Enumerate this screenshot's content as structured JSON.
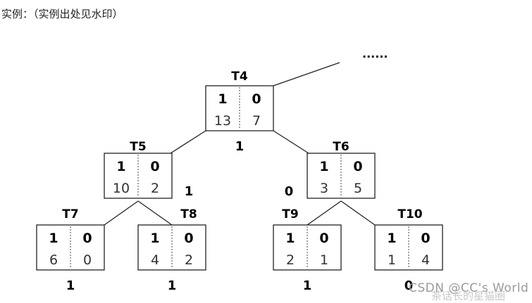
{
  "caption": "实例：（实例出处见水印）",
  "more": "......",
  "watermark": "CSDN @CC's World",
  "watermark_alt": "茶话长的星猫圈",
  "nodes": [
    {
      "id": "T4",
      "label": "T4",
      "bits": [
        "1",
        "0"
      ],
      "counts": [
        "13",
        "7"
      ]
    },
    {
      "id": "T5",
      "label": "T5",
      "bits": [
        "1",
        "0"
      ],
      "counts": [
        "10",
        "2"
      ]
    },
    {
      "id": "T6",
      "label": "T6",
      "bits": [
        "1",
        "0"
      ],
      "counts": [
        "3",
        "5"
      ]
    },
    {
      "id": "T7",
      "label": "T7",
      "bits": [
        "1",
        "0"
      ],
      "counts": [
        "6",
        "0"
      ]
    },
    {
      "id": "T8",
      "label": "T8",
      "bits": [
        "1",
        "0"
      ],
      "counts": [
        "4",
        "2"
      ]
    },
    {
      "id": "T9",
      "label": "T9",
      "bits": [
        "1",
        "0"
      ],
      "counts": [
        "2",
        "1"
      ]
    },
    {
      "id": "T10",
      "label": "T10",
      "bits": [
        "1",
        "0"
      ],
      "counts": [
        "1",
        "4"
      ]
    }
  ],
  "edge_labels": [
    {
      "id": "under-T4",
      "text": "1"
    },
    {
      "id": "right-T5",
      "text": "1"
    },
    {
      "id": "left-T6",
      "text": "0"
    },
    {
      "id": "under-T7",
      "text": "1"
    },
    {
      "id": "under-T8",
      "text": "1"
    },
    {
      "id": "under-T9",
      "text": "1"
    },
    {
      "id": "under-T10",
      "text": "0"
    }
  ]
}
